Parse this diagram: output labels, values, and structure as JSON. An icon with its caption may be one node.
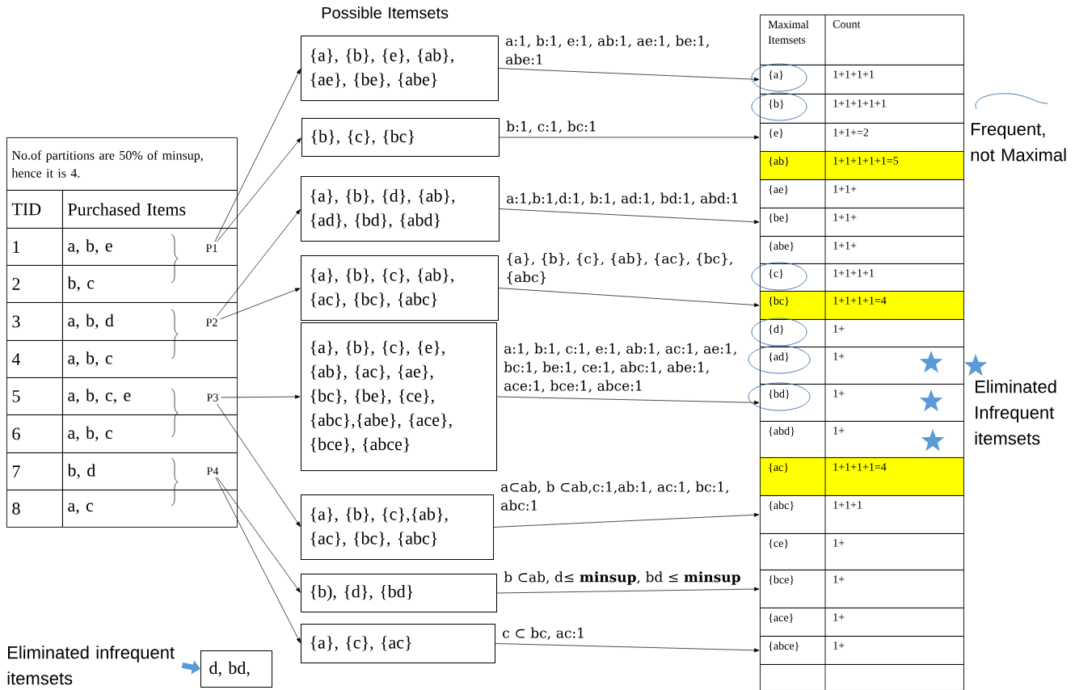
{
  "diagram": {
    "nodes": [
      {
        "text": [
          "P1"
        ]
      },
      {
        "text": [
          "P2"
        ]
      },
      {
        "text": [
          "P3"
        ]
      },
      {
        "text": [
          "P4"
        ]
      },
      {
        "text": [
          "{a}, {b}, {e}, {ab}, {ae}, {be}, {abe}"
        ]
      },
      {
        "text": [
          "{b}, {c}, {bc}"
        ]
      },
      {
        "text": [
          "{a}, {b}, {d}, {ab}, {ad}, {bd}, {abd}"
        ]
      },
      {
        "text": [
          "{a}, {b}, {c}, {ab}, {ac}, {bc}, {abc}"
        ]
      },
      {
        "text": [
          "{a}, {b}, {c}, {e}, {ab}, {ac}, {ae}, {bc}, {be}, {ce}, {abc},{abe}, {ace}, {bce}, {abce}"
        ]
      },
      {
        "text": [
          "{a}, {b}, {c},{ab}, {ac}, {bc}, {abc}"
        ]
      },
      {
        "text": [
          "{b), {d}, {bd}"
        ]
      },
      {
        "text": [
          "{a}, {c}, {ac}"
        ]
      },
      {
        "text": [
          "Maximal Itemsets",
          "Count"
        ]
      },
      {
        "text": [
          "{a}",
          "1+1+1+1"
        ]
      },
      {
        "text": [
          "{b}",
          "1+1+1+1+1"
        ]
      },
      {
        "text": [
          "{e}",
          "1+1+=2"
        ]
      },
      {
        "text": [
          "{ab}",
          "1+1+1+1+1=5"
        ]
      },
      {
        "text": [
          "{ae}",
          "1+1+"
        ]
      },
      {
        "text": [
          "{be}",
          "1+1+"
        ]
      },
      {
        "text": [
          "{abe}",
          "1+1+"
        ]
      },
      {
        "text": [
          "{c}",
          "1+1+1+1"
        ]
      },
      {
        "text": [
          "{bc}",
          "1+1+1+1=4"
        ]
      },
      {
        "text": [
          "{d}",
          "1+"
        ]
      },
      {
        "text": [
          "{ad}",
          "1+"
        ]
      },
      {
        "text": [
          "{bd}",
          "1+"
        ]
      },
      {
        "text": [
          "{abd}",
          "1+"
        ]
      },
      {
        "text": [
          "{ac}",
          "1+1+1+1=4"
        ]
      },
      {
        "text": [
          "{abc}",
          "1+1+1"
        ]
      },
      {
        "text": [
          "{ce}",
          "1+"
        ]
      },
      {
        "text": [
          "{bce}",
          "1+"
        ]
      },
      {
        "text": [
          "{ace}",
          "1+"
        ]
      },
      {
        "text": [
          "{abce}",
          "1+"
        ]
      },
      {
        "text": [
          "Eliminated infrequent itemsets"
        ]
      },
      {
        "text": [
          "d, bd,"
        ]
      },
      {
        "text": [],
        "shape": "box"
      }
    ],
    "edges": [
      {
        "from": 0,
        "to": 4,
        "arrow": "to"
      },
      {
        "from": 0,
        "to": 5,
        "arrow": "to"
      },
      {
        "from": 1,
        "to": 6,
        "arrow": "to"
      },
      {
        "from": 1,
        "to": 7,
        "arrow": "to"
      },
      {
        "from": 2,
        "to": 8,
        "arrow": "to"
      },
      {
        "from": 2,
        "to": 9,
        "arrow": "to"
      },
      {
        "from": 3,
        "to": 10,
        "arrow": "to"
      },
      {
        "from": 3,
        "to": 11,
        "arrow": "to"
      },
      {
        "from": 4,
        "to": 13,
        "arrow": "to",
        "label": "a:1, b:1, e:1, ab:1, ae:1, be:1, abe:1"
      },
      {
        "from": 5,
        "to": 15,
        "arrow": "to",
        "label": "b:1, c:1, bc:1"
      },
      {
        "from": 6,
        "to": 18,
        "arrow": "to",
        "label": "a:1,b:1,d:1, b:1, ad:1, bd:1, abd:1"
      },
      {
        "from": 7,
        "to": 21,
        "arrow": "to",
        "label": "{a}, {b}, {c}, {ab}, {ac}, {bc}, {abc}"
      },
      {
        "from": 8,
        "to": 24,
        "arrow": "to",
        "label": "a:1, b:1, c:1, e:1, ab:1, ac:1, ae:1, bc:1, be:1, ce:1, abc:1, abe:1, ace:1, bce:1, abce:1"
      },
      {
        "from": 9,
        "to": 27,
        "arrow": "to",
        "label": "a⊂ab, b ⊂ab,c:1,ab:1, ac:1, bc:1, abc:1"
      },
      {
        "from": 10,
        "to": 29,
        "arrow": "to",
        "label": "b ⊂ab, d≤ **minsup**, bd ≤ **minsup**"
      },
      {
        "from": 11,
        "to": 31,
        "arrow": "to",
        "label": "c ⊂ bc, ac:1"
      },
      {
        "from": 32,
        "to": 33,
        "arrow": "to",
        "style": "thick",
        "color": "#5b9bd5"
      }
    ],
    "labels": [
      "Possible Itemsets",
      "No.of partitions are 50% of minsup, hence it is 4.",
      "TID",
      "Purchased Items",
      "1",
      "a, b, e",
      "2",
      "b, c",
      "3",
      "a, b, d",
      "4",
      "a, b, c",
      "5",
      "a, b, c, e",
      "6",
      "a, b, c",
      "7",
      "b, d",
      "8",
      "a, c",
      "Frequent, not Maximal",
      "Eliminated Infrequent itemsets"
    ]
  }
}
